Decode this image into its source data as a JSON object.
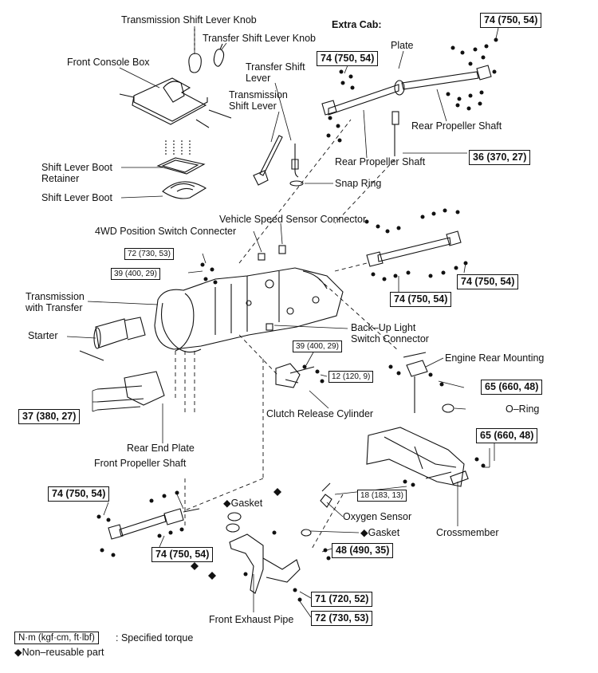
{
  "labels": {
    "trans_shift_knob": "Transmission Shift Lever Knob",
    "transfer_shift_knob": "Transfer Shift Lever Knob",
    "extra_cab": "Extra Cab:",
    "plate": "Plate",
    "front_console_box": "Front Console Box",
    "transfer_shift_lever": "Transfer Shift\nLever",
    "trans_shift_lever": "Transmission\nShift Lever",
    "rear_prop_shaft_a": "Rear Propeller Shaft",
    "rear_prop_shaft_b": "Rear Propeller Shaft",
    "boot_retainer": "Shift Lever Boot\nRetainer",
    "boot": "Shift Lever Boot",
    "snap_ring": "Snap Ring",
    "vss_connector": "Vehicle Speed Sensor Connector",
    "fourwd_connector": "4WD Position Switch Connecter",
    "trans_with_transfer": "Transmission\nwith Transfer",
    "starter": "Starter",
    "backup_light": "Back–Up Light\nSwitch Connector",
    "engine_rear_mounting": "Engine Rear Mounting",
    "clutch_release_cyl": "Clutch Release Cylinder",
    "o_ring": "O–Ring",
    "rear_end_plate": "Rear End Plate",
    "front_prop_shaft": "Front Propeller Shaft",
    "gasket_a": "◆Gasket",
    "oxygen_sensor": "Oxygen Sensor",
    "gasket_b": "◆Gasket",
    "crossmember": "Crossmember",
    "front_exhaust_pipe": "Front Exhaust Pipe",
    "diamond": "◆"
  },
  "torques": {
    "t_top_right": "74 (750, 54)",
    "t_top_left": "74 (750, 54)",
    "t_36": "36 (370, 27)",
    "t_72_small": "72 (730, 53)",
    "t_39_small_a": "39 (400, 29)",
    "t_74_mid_right": "74 (750, 54)",
    "t_74_mid": "74 (750, 54)",
    "t_39_small_b": "39 (400, 29)",
    "t_12_small": "12 (120, 9)",
    "t_65_a": "65 (660, 48)",
    "t_37": "37 (380, 27)",
    "t_65_b": "65 (660, 48)",
    "t_74_front_left": "74 (750, 54)",
    "t_18_small": "18 (183, 13)",
    "t_48": "48 (490, 35)",
    "t_74_front_mid": "74 (750, 54)",
    "t_71": "71 (720, 52)",
    "t_72": "72 (730, 53)"
  },
  "legend": {
    "box": "N·m (kgf·cm, ft·lbf)",
    "box_suffix": ": Specified torque",
    "nonreusable": "◆Non–reusable part"
  }
}
